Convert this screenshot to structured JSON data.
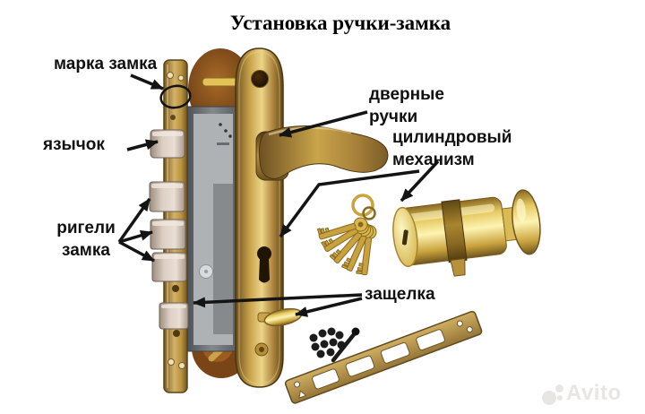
{
  "title": "Установка ручки-замка",
  "labels": {
    "lock_brand": "марка замка",
    "latch_tongue": "язычок",
    "deadbolts": {
      "line1": "ригели",
      "line2": "замка"
    },
    "door_handles": {
      "line1": "дверные",
      "line2": "ручки"
    },
    "cylinder": {
      "line1": "цилиндровый",
      "line2": "механизм"
    },
    "latch": "защелка"
  },
  "watermark": {
    "brand": "Avito"
  },
  "colors": {
    "background": "#ffffff",
    "text": "#111111",
    "arrow": "#141414",
    "brass": "#c9a44a",
    "brass_dark": "#7a5c26",
    "brass_light": "#f0dd9a",
    "steel": "#9aa0a3",
    "bolt_cream": "#d9cabe",
    "screw_black": "#1c1c1c",
    "watermark_gray": "#e8e6e2"
  }
}
